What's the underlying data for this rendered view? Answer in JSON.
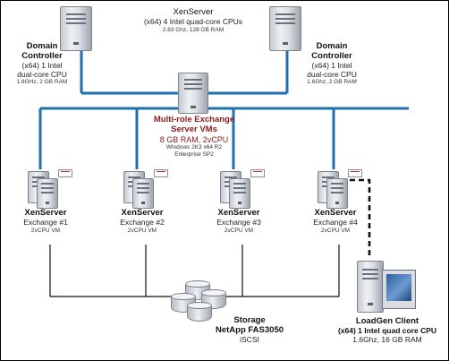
{
  "colors": {
    "network_line": "#1f6fb2",
    "storage_line": "#111111",
    "loadgen_link": "#111111",
    "exchange_title": "#8b1a1a"
  },
  "nodes": {
    "dc_left": {
      "icon": "server-tower-icon",
      "title_line1": "Domain",
      "title_line2": "Controller",
      "spec_line1": "(x64) 1 Intel",
      "spec_line2": "dual-core CPU",
      "spec_line3": "1.8GHz, 2 GB RAM"
    },
    "xenserver_host": {
      "title": "XenServer",
      "spec_line1": "(x64) 4 Intel quad-core CPUs",
      "spec_line2": "2.83 Ghz, 128 GB RAM"
    },
    "dc_right": {
      "icon": "server-tower-icon",
      "title_line1": "Domain",
      "title_line2": "Controller",
      "spec_line1": "(x64) 1 Intel",
      "spec_line2": "dual-core CPU",
      "spec_line3": "1.6Ghz, 2 GB RAM"
    },
    "exchange_center": {
      "icon": "server-tower-icon",
      "title_line1": "Multi-role Exchange",
      "title_line2": "Server VMs",
      "spec_line1": "8 GB RAM, 2vCPU",
      "spec_line2": "Windows 2K3 x64 R2",
      "spec_line3": "Enterprise SP2"
    },
    "exchanges": [
      {
        "title": "XenServer",
        "subtitle": "Exchange #1",
        "spec": "2vCPU VM"
      },
      {
        "title": "XenServer",
        "subtitle": "Exchange #2",
        "spec": "2vCPU VM"
      },
      {
        "title": "XenServer",
        "subtitle": "Exchange #3",
        "spec": "2vCPU VM"
      },
      {
        "title": "XenServer",
        "subtitle": "Exchange #4",
        "spec": "2vCPU VM"
      }
    ],
    "storage": {
      "icon": "storage-disks-icon",
      "title": "Storage",
      "model": "NetApp FAS3050",
      "protocol": "iSCSI"
    },
    "loadgen": {
      "icon": "workstation-icon",
      "title": "LoadGen Client",
      "spec_line1": "(x64) 1 Intel quad core CPU",
      "spec_line2": "1.6Ghz, 16 GB RAM"
    }
  }
}
